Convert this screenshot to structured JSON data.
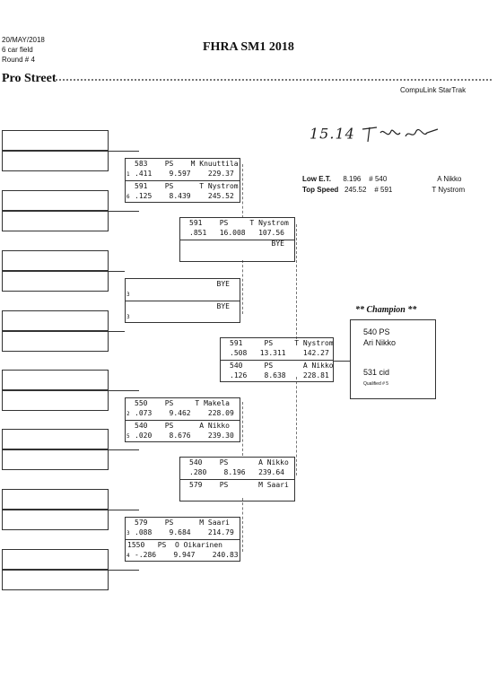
{
  "header": {
    "date": "20/MAY/2018",
    "field": "6 car field",
    "round": "Round # 4",
    "title": "FHRA SM1 2018",
    "class_name": "Pro Street",
    "software": "CompuLink StarTrak"
  },
  "handwriting": "15.14  ",
  "stats": {
    "low_et": {
      "label": "Low  E.T.",
      "value": "8.196",
      "car": "# 540",
      "driver": "A Nikko"
    },
    "top_speed": {
      "label": "Top Speed",
      "value": "245.52",
      "car": "# 591",
      "driver": "T Nystrom"
    }
  },
  "round1": [
    {
      "top": {
        "line1": "583    PS    M Knuuttila",
        "line2": ".411    9.597    229.37",
        "lane": "1"
      },
      "bot": {
        "line1": "591    PS      T Nystrom",
        "line2": ".125    8.439    245.52",
        "lane": "6"
      }
    },
    {
      "top": {
        "line1": "                   BYE",
        "line2": "",
        "lane": "3"
      },
      "bot": {
        "line1": "                   BYE",
        "line2": "",
        "lane": "3"
      }
    },
    {
      "top": {
        "line1": "550    PS     T Makela",
        "line2": ".073    9.462    228.09",
        "lane": "2"
      },
      "bot": {
        "line1": "540    PS      A Nikko",
        "line2": ".020    8.676    239.30",
        "lane": "5"
      }
    },
    {
      "top": {
        "line1": "579    PS      M Saari",
        "line2": ".088    9.684    214.79",
        "lane": "3"
      },
      "bot": {
        "line1": "1550   PS  O Oikarinen",
        "line2": "-.286    9.947    240.83",
        "lane": "4"
      }
    }
  ],
  "round2": [
    {
      "top": {
        "line1": "591    PS     T Nystrom",
        "line2": ".851   16.008   107.56"
      },
      "bot": {
        "line1": "                   BYE",
        "line2": ""
      }
    },
    {
      "top": {
        "line1": "540    PS       A Nikko",
        "line2": ".280    8.196   239.64"
      },
      "bot": {
        "line1": "579    PS       M Saari",
        "line2": ""
      }
    }
  ],
  "semifinal": {
    "top": {
      "line1": "591     PS     T Nystrom",
      "line2": ".508   13.311    142.27"
    },
    "bot": {
      "line1": "540     PS       A Nikko",
      "line2": ".126    8.638    228.81"
    }
  },
  "champion": {
    "heading": "** Champion **",
    "number_class": "540    PS",
    "name": "Ari Nikko",
    "cid": "531 cid",
    "qualified": "Qualified # 5"
  }
}
